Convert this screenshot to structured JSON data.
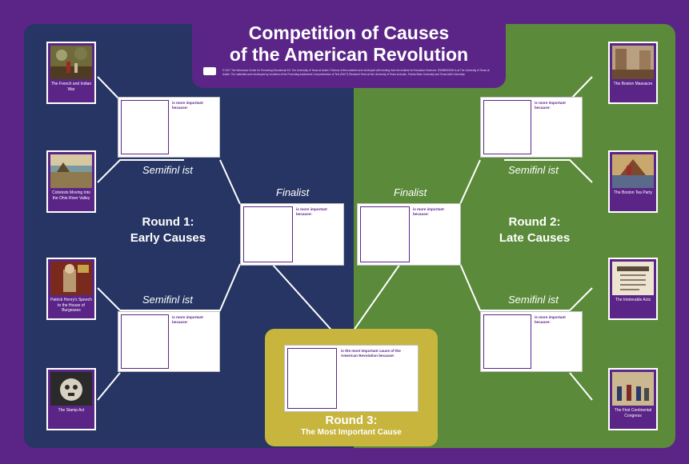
{
  "title": {
    "line1": "Competition of Causes",
    "line2": "of the American Revolution"
  },
  "fine_print": "© 2017 The Wondrous Center for Promoting Educational Ed. The University of Texas at Austin. Portions of this material were developed with funding from the Institute for Education Sciences. R305B000000 is at The University of Texas at Austin. The materials were developed by members of the Promoting Adolescent Comprehension of Text (PACT) Research Team at the University of Texas at Austin, Florida State University and Texas A&M University.",
  "semifinalist_label": "Semifinl ist",
  "finalist_label": "Finalist",
  "vote_text": "is more important because:",
  "final_vote_text": "is the most important cause of the American Revolution because:",
  "rounds": {
    "round1_title": "Round 1:",
    "round1_sub": "Early Causes",
    "round2_title": "Round 2:",
    "round2_sub": "Late Causes",
    "round3_title": "Round 3:",
    "round3_sub": "The Most Important Cause"
  },
  "cards_left": [
    {
      "caption": "The French and Indian War"
    },
    {
      "caption": "Colonists Moving Into the Ohio River Valley"
    },
    {
      "caption": "Patrick Henry's Speech to the House of Burgesses"
    },
    {
      "caption": "The Stamp Act"
    }
  ],
  "cards_right": [
    {
      "caption": "The Boston Massacre"
    },
    {
      "caption": "The Boston Tea Party"
    },
    {
      "caption": "The Intolerable Acts"
    },
    {
      "caption": "The First Continental Congress"
    }
  ],
  "colors": {
    "purple": "#5b2587",
    "navy": "#263563",
    "green": "#5b8a3a",
    "gold": "#c7b53d"
  }
}
